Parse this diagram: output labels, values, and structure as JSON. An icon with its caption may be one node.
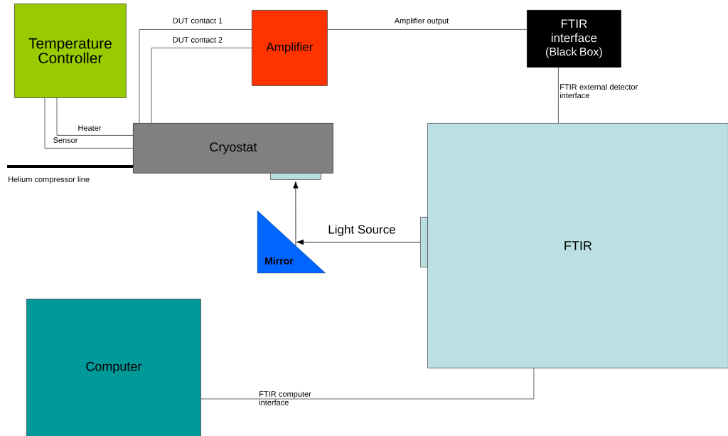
{
  "diagram": {
    "nodes": [
      {
        "text": [
          "Temperature Controller"
        ]
      },
      {
        "text": [
          "Amplifier"
        ]
      },
      {
        "text": [
          "FTIR interface",
          "(Black Box)"
        ]
      },
      {
        "text": [
          "Cryostat"
        ]
      },
      {
        "text": [],
        "shape": "box"
      },
      {
        "text": [
          "Mirror"
        ]
      },
      {
        "text": [],
        "shape": "box"
      },
      {
        "text": [
          "FTIR"
        ]
      },
      {
        "text": [
          "Computer"
        ]
      }
    ],
    "edges": [
      {
        "from": 0,
        "to": 3,
        "arrow": "none",
        "label": "Heater"
      },
      {
        "from": 0,
        "to": 3,
        "arrow": "none",
        "label": "Sensor"
      },
      {
        "from": 3,
        "to": 1,
        "arrow": "none",
        "label": "DUT contact 1"
      },
      {
        "from": 3,
        "to": 1,
        "arrow": "none",
        "label": "DUT contact 2"
      },
      {
        "from": 1,
        "to": 2,
        "arrow": "none",
        "label": "Amplifier output"
      },
      {
        "from": 2,
        "to": 7,
        "arrow": "none",
        "label": "FTIR external detector interface"
      },
      {
        "from": 6,
        "to": 5,
        "arrow": "to",
        "label": "Light Source"
      },
      {
        "from": 5,
        "to": 4,
        "arrow": "to"
      },
      {
        "from": 8,
        "to": 7,
        "arrow": "none",
        "label": "FTIR computer interface"
      },
      {
        "from": null,
        "to": 3,
        "arrow": "none",
        "style": "thick",
        "label": "Helium compressor line"
      }
    ]
  }
}
